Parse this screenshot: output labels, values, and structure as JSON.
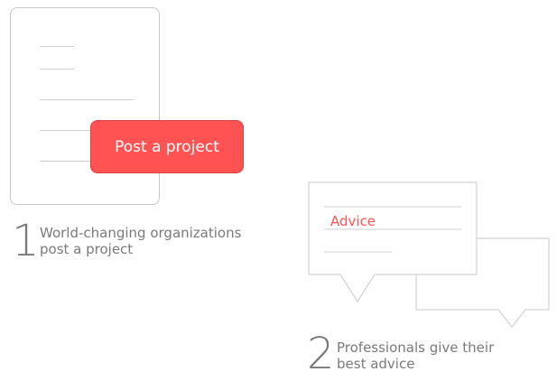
{
  "colors": {
    "accent": "#ff5253",
    "text_gray": "#7a7a7a",
    "outline": "#c8c8c8"
  },
  "step1": {
    "number": "1",
    "line1": "World-changing organizations",
    "line2": "post a project",
    "button_label": "Post a project"
  },
  "step2": {
    "number": "2",
    "line1": "Professionals give their",
    "line2": "best advice",
    "bubble_label": "Advice"
  }
}
